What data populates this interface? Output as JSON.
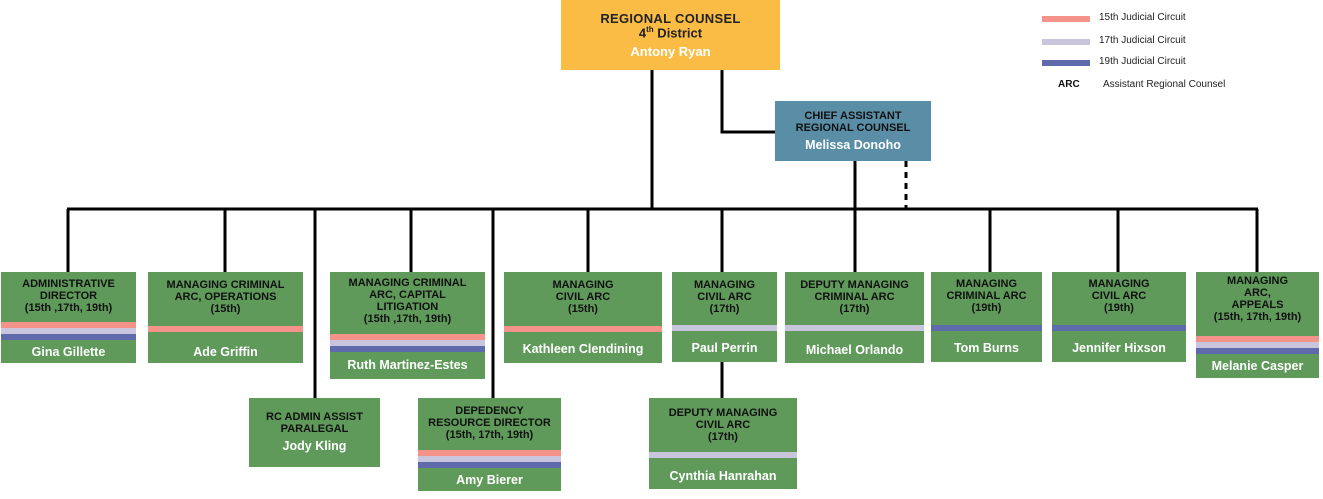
{
  "colors": {
    "c15": "#f4938a",
    "c17": "#c8c5dc",
    "c19": "#5e6aab",
    "box_green": "#5f9a5b",
    "top_orange": "#fbbc45",
    "chief_blue": "#5a8ea6"
  },
  "legend": {
    "items": [
      {
        "color": "#f4938a",
        "label": "15th Judicial Circuit"
      },
      {
        "color": "#c8c5dc",
        "label": "17th Judicial Circuit"
      },
      {
        "color": "#5e6aab",
        "label": "19th Judicial Circuit"
      }
    ],
    "abbr": "ARC",
    "abbr_text": "Assistant Regional Counsel"
  },
  "top": {
    "title": "REGIONAL  COUNSEL",
    "district_num": "4",
    "district_sup": "th",
    "district_rest": " District",
    "name": "Antony Ryan"
  },
  "chief": {
    "title": "CHIEF ASSISTANT\nREGIONAL COUNSEL",
    "name": "Melissa Donoho"
  },
  "boxes": [
    {
      "role": "ADMINISTRATIVE\nDIRECTOR\n(15th ,17th, 19th)",
      "name": "Gina Gillette",
      "circuits": [
        "15",
        "17",
        "19"
      ]
    },
    {
      "role": "MANAGING CRIMINAL\nARC, OPERATIONS\n(15th)",
      "name": "Ade Griffin",
      "circuits": [
        "15"
      ]
    },
    {
      "role": "MANAGING CRIMINAL\nARC, CAPITAL\nLITIGATION\n(15th ,17th, 19th)",
      "name": "Ruth Martinez-Estes",
      "circuits": [
        "15",
        "17",
        "19"
      ]
    },
    {
      "role": "MANAGING\nCIVIL ARC\n(15th)",
      "name": "Kathleen Clendining",
      "circuits": [
        "15"
      ]
    },
    {
      "role": "MANAGING\nCIVIL ARC\n(17th)",
      "name": "Paul Perrin",
      "circuits": [
        "17"
      ]
    },
    {
      "role": "DEPUTY MANAGING\nCRIMINAL ARC\n(17th)",
      "name": "Michael Orlando",
      "circuits": [
        "17"
      ]
    },
    {
      "role": "MANAGING\nCRIMINAL ARC\n(19th)",
      "name": "Tom Burns",
      "circuits": [
        "19"
      ]
    },
    {
      "role": "MANAGING\nCIVIL ARC\n(19th)",
      "name": "Jennifer Hixson",
      "circuits": [
        "19"
      ]
    },
    {
      "role": "MANAGING\nARC,\nAPPEALS\n(15th, 17th, 19th)",
      "name": "Melanie Casper",
      "circuits": [
        "15",
        "17",
        "19"
      ]
    },
    {
      "role": "RC ADMIN ASSIST\nPARALEGAL",
      "name": "Jody Kling",
      "circuits": []
    },
    {
      "role": "DEPEDENCY\nRESOURCE DIRECTOR\n(15th, 17th, 19th)",
      "name": "Amy Bierer",
      "circuits": [
        "15",
        "17",
        "19"
      ]
    },
    {
      "role": "DEPUTY MANAGING\nCIVIL ARC\n(17th)",
      "name": "Cynthia Hanrahan",
      "circuits": [
        "17"
      ]
    }
  ]
}
